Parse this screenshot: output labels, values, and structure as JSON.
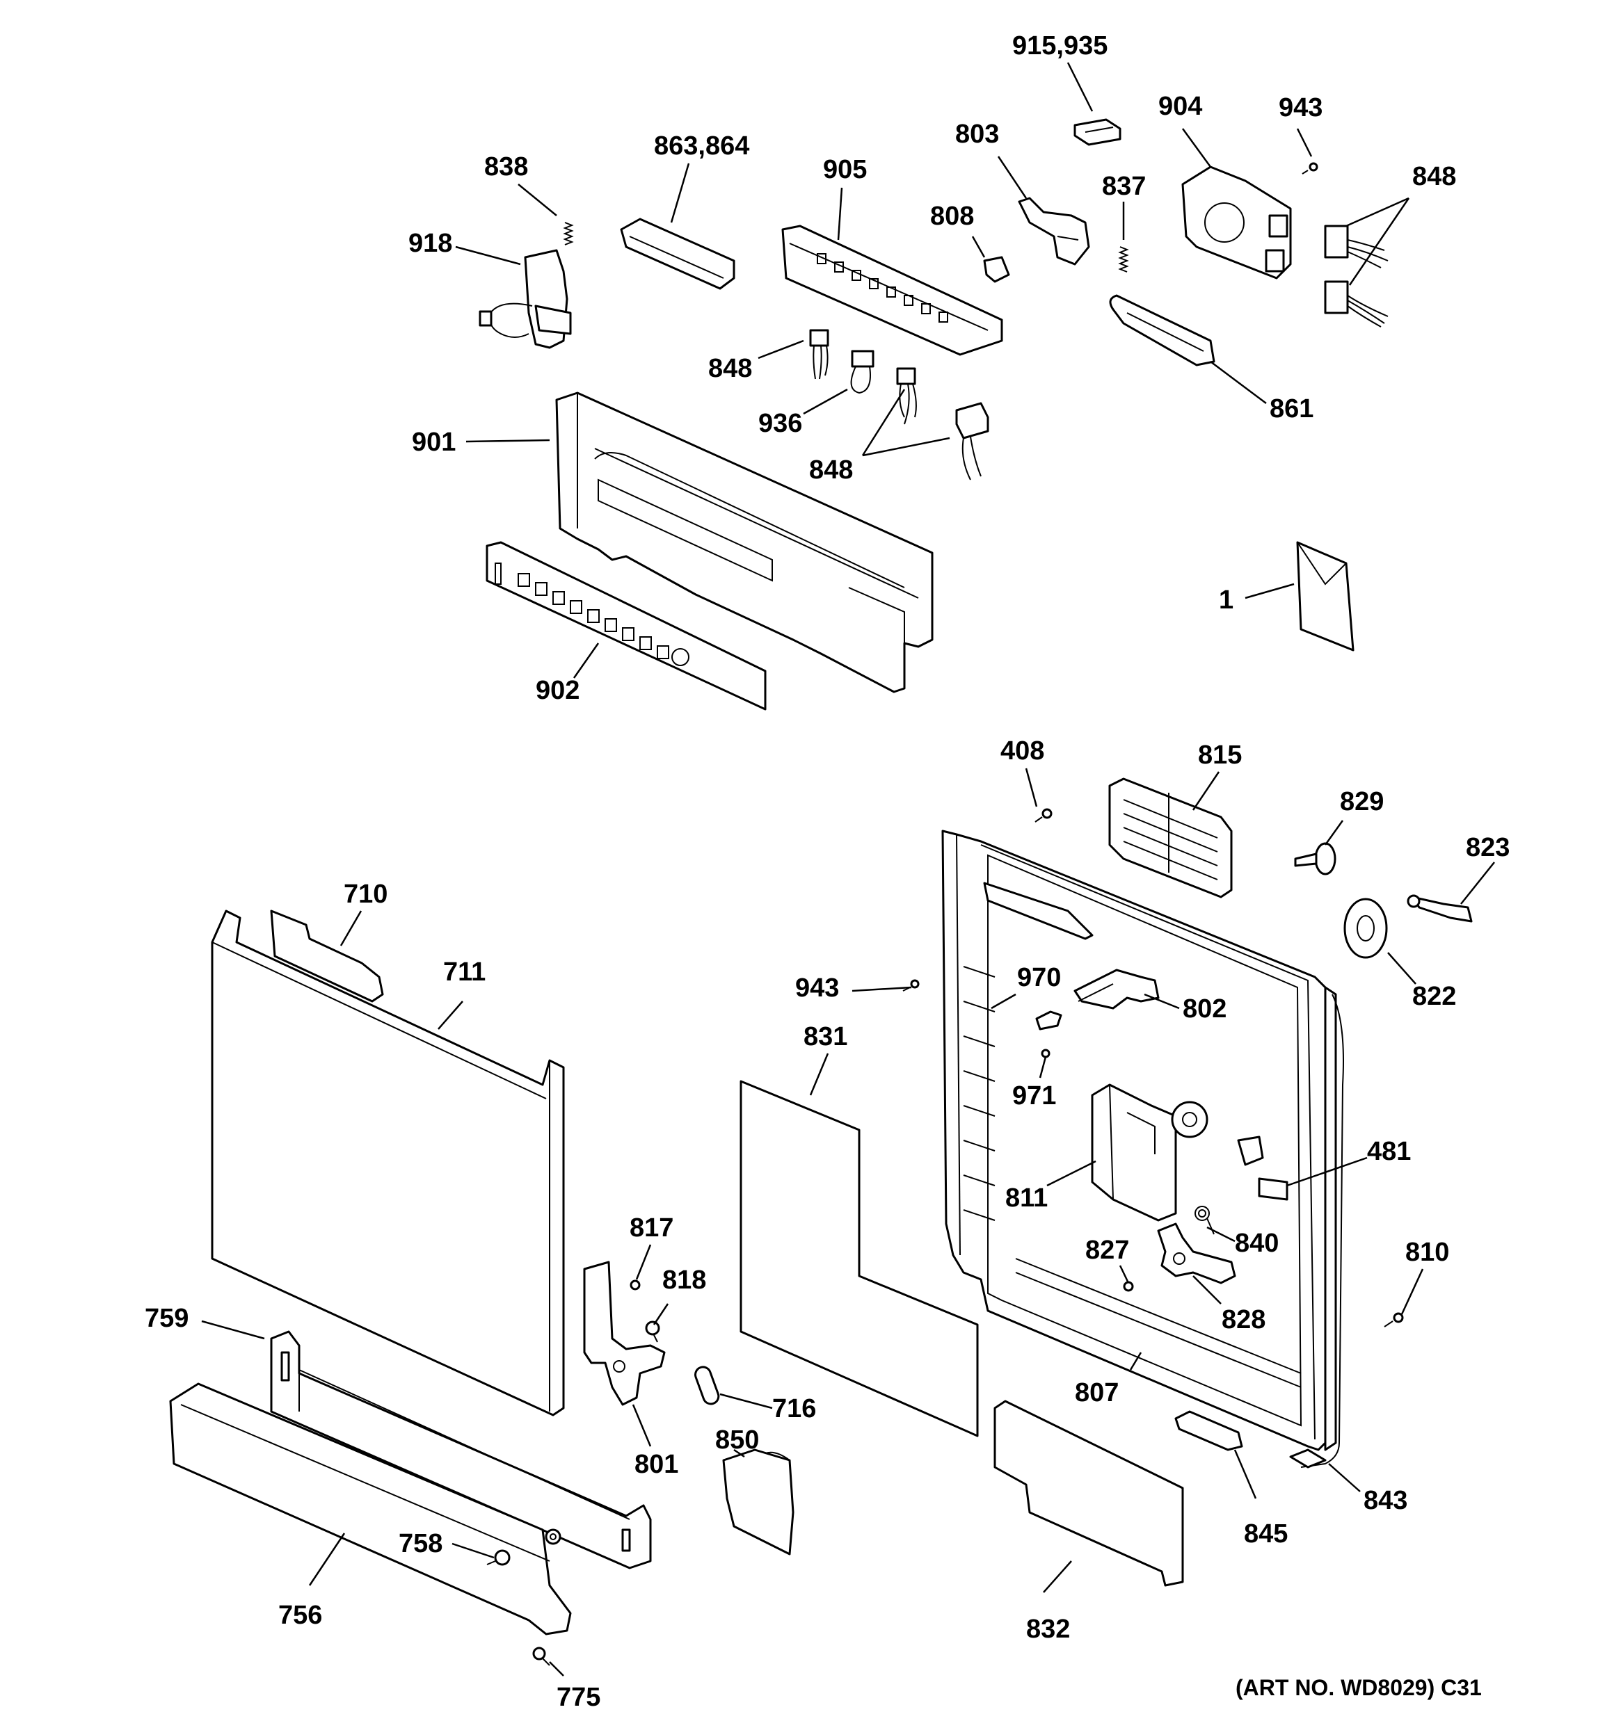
{
  "diagram": {
    "art_number": "(ART NO. WD8029) C31",
    "callouts": [
      {
        "id": "c-915-935",
        "text": "915,935"
      },
      {
        "id": "c-904",
        "text": "904"
      },
      {
        "id": "c-943-top",
        "text": "943"
      },
      {
        "id": "c-803",
        "text": "803"
      },
      {
        "id": "c-863-864",
        "text": "863,864"
      },
      {
        "id": "c-905",
        "text": "905"
      },
      {
        "id": "c-848-topright",
        "text": "848"
      },
      {
        "id": "c-838",
        "text": "838"
      },
      {
        "id": "c-837",
        "text": "837"
      },
      {
        "id": "c-808",
        "text": "808"
      },
      {
        "id": "c-918",
        "text": "918"
      },
      {
        "id": "c-848-mid",
        "text": "848"
      },
      {
        "id": "c-861",
        "text": "861"
      },
      {
        "id": "c-936",
        "text": "936"
      },
      {
        "id": "c-901",
        "text": "901"
      },
      {
        "id": "c-848-lower",
        "text": "848"
      },
      {
        "id": "c-1",
        "text": "1"
      },
      {
        "id": "c-902",
        "text": "902"
      },
      {
        "id": "c-408",
        "text": "408"
      },
      {
        "id": "c-815",
        "text": "815"
      },
      {
        "id": "c-829",
        "text": "829"
      },
      {
        "id": "c-823",
        "text": "823"
      },
      {
        "id": "c-710",
        "text": "710"
      },
      {
        "id": "c-711",
        "text": "711"
      },
      {
        "id": "c-970",
        "text": "970"
      },
      {
        "id": "c-943-mid",
        "text": "943"
      },
      {
        "id": "c-802",
        "text": "802"
      },
      {
        "id": "c-822",
        "text": "822"
      },
      {
        "id": "c-831",
        "text": "831"
      },
      {
        "id": "c-971",
        "text": "971"
      },
      {
        "id": "c-481",
        "text": "481"
      },
      {
        "id": "c-811",
        "text": "811"
      },
      {
        "id": "c-817",
        "text": "817"
      },
      {
        "id": "c-827",
        "text": "827"
      },
      {
        "id": "c-840",
        "text": "840"
      },
      {
        "id": "c-810",
        "text": "810"
      },
      {
        "id": "c-818",
        "text": "818"
      },
      {
        "id": "c-759",
        "text": "759"
      },
      {
        "id": "c-828",
        "text": "828"
      },
      {
        "id": "c-807",
        "text": "807"
      },
      {
        "id": "c-716",
        "text": "716"
      },
      {
        "id": "c-850",
        "text": "850"
      },
      {
        "id": "c-801",
        "text": "801"
      },
      {
        "id": "c-843",
        "text": "843"
      },
      {
        "id": "c-845",
        "text": "845"
      },
      {
        "id": "c-758",
        "text": "758"
      },
      {
        "id": "c-756",
        "text": "756"
      },
      {
        "id": "c-832",
        "text": "832"
      },
      {
        "id": "c-775",
        "text": "775"
      }
    ]
  }
}
